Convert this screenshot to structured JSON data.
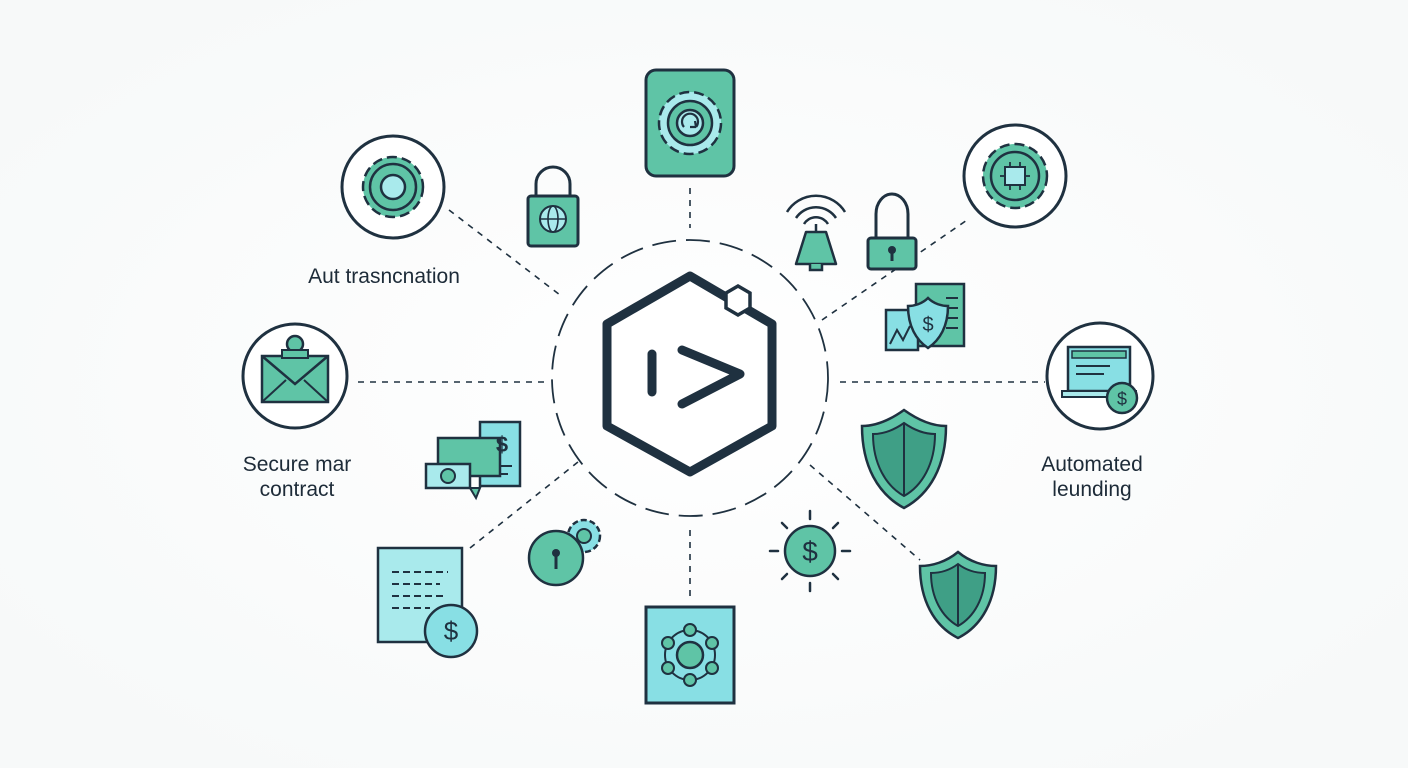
{
  "labels": {
    "top_left": "Aut trasncnation",
    "left_line1": "Secure mar",
    "left_line2": "contract",
    "right_line1": "Automated",
    "right_line2": "leunding"
  },
  "icon_glyphs": {
    "dollar": "$"
  },
  "colors": {
    "stroke": "#1f3140",
    "teal": "#5fc4a6",
    "teal_dark": "#3f9f86",
    "aqua": "#88dfe4",
    "aqua_light": "#a9eaec",
    "background": "#ffffff"
  }
}
